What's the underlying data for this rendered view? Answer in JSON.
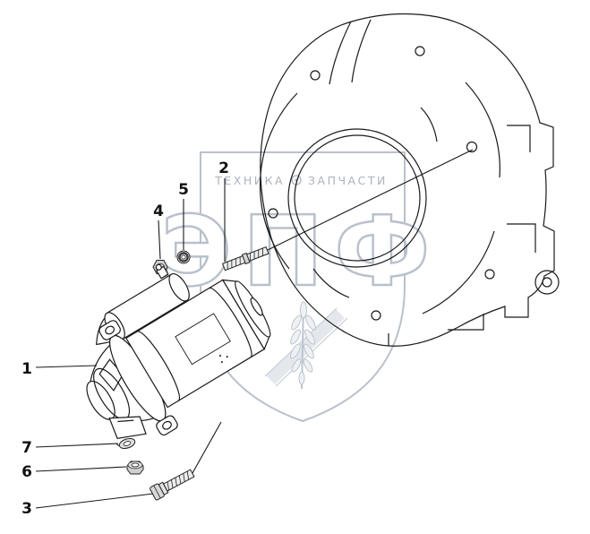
{
  "diagram": {
    "type": "exploded-parts-diagram",
    "ink_color": "#1a1a1a",
    "callouts": [
      {
        "label": "1"
      },
      {
        "label": "2"
      },
      {
        "label": "3"
      },
      {
        "label": "4"
      },
      {
        "label": "5"
      },
      {
        "label": "6"
      },
      {
        "label": "7"
      }
    ],
    "watermark": {
      "text_left": "ТЕХНИКА",
      "text_right": "ЗАПЧАСТИ",
      "monogram": "ЭПФ",
      "outline_color": "#b9c1cb",
      "text_color": "#aab3bd"
    }
  }
}
